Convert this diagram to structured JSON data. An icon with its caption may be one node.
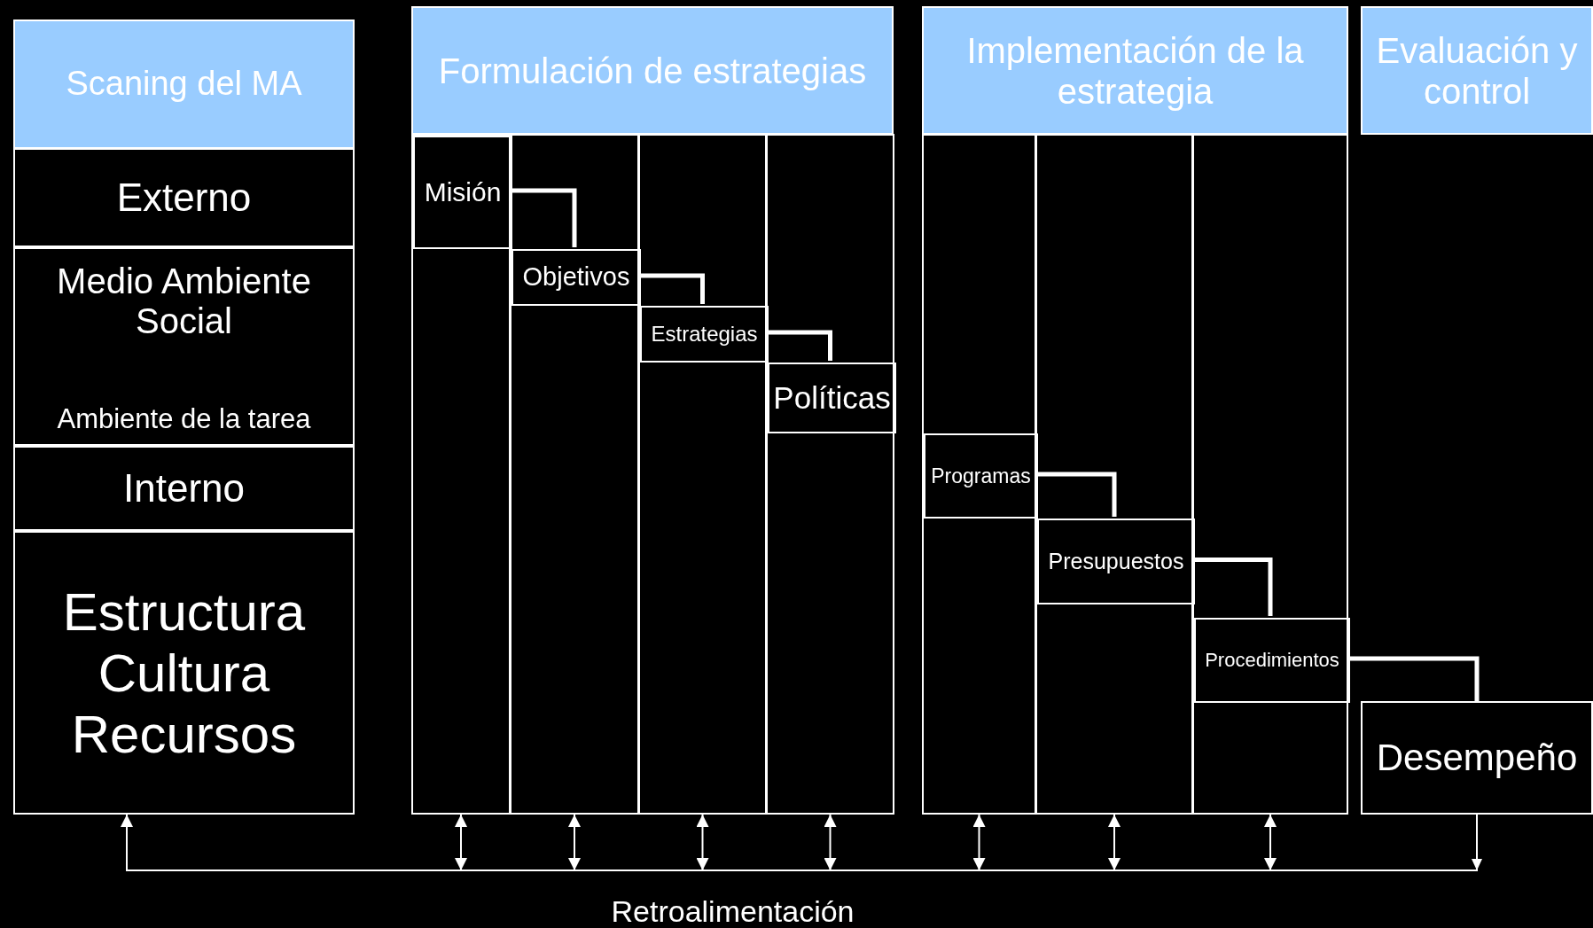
{
  "diagram": {
    "nodes": [
      {
        "text": [
          "Scaning del MA"
        ]
      },
      {
        "text": [
          "Externo"
        ]
      },
      {
        "text": [
          "Medio Ambiente Social",
          "Ambiente de la tarea"
        ]
      },
      {
        "text": [
          "Interno"
        ]
      },
      {
        "text": [
          "Estructura Cultura Recursos"
        ]
      },
      {
        "text": [
          "Formulación de estrategias"
        ]
      },
      {
        "text": [],
        "shape": "box"
      },
      {
        "text": [
          "Misión"
        ],
        "in": 6
      },
      {
        "text": [],
        "shape": "box"
      },
      {
        "text": [
          "Objetivos"
        ],
        "in": 8
      },
      {
        "text": [],
        "shape": "box"
      },
      {
        "text": [
          "Estrategias"
        ],
        "in": 10
      },
      {
        "text": [],
        "shape": "box"
      },
      {
        "text": [
          "Políticas"
        ],
        "in": 12
      },
      {
        "text": [
          "Implementación de la estrategia"
        ]
      },
      {
        "text": [],
        "shape": "box"
      },
      {
        "text": [
          "Programas"
        ],
        "in": 15
      },
      {
        "text": [],
        "shape": "box"
      },
      {
        "text": [
          "Presupuestos"
        ],
        "in": 17
      },
      {
        "text": [],
        "shape": "box"
      },
      {
        "text": [
          "Procedimientos"
        ],
        "in": 19
      },
      {
        "text": [
          "Evaluación y control"
        ]
      },
      {
        "text": [
          "Desempeño"
        ]
      }
    ],
    "edges": [
      {
        "from": 7,
        "to": 9,
        "arrow": "none",
        "style": "thick"
      },
      {
        "from": 9,
        "to": 11,
        "arrow": "none",
        "style": "thick"
      },
      {
        "from": 11,
        "to": 13,
        "arrow": "none",
        "style": "thick"
      },
      {
        "from": 16,
        "to": 18,
        "arrow": "none",
        "style": "thick"
      },
      {
        "from": 18,
        "to": 20,
        "arrow": "none",
        "style": "thick"
      },
      {
        "from": 20,
        "to": 22,
        "arrow": "none",
        "style": "thick"
      },
      {
        "from": 22,
        "to": 4,
        "arrow": "to",
        "label": "Retroalimentación"
      },
      {
        "from": null,
        "to": 6,
        "arrow": "both"
      },
      {
        "from": null,
        "to": 8,
        "arrow": "both"
      },
      {
        "from": null,
        "to": 10,
        "arrow": "both"
      },
      {
        "from": null,
        "to": 12,
        "arrow": "both"
      },
      {
        "from": null,
        "to": 15,
        "arrow": "both"
      },
      {
        "from": null,
        "to": 17,
        "arrow": "both"
      },
      {
        "from": null,
        "to": 19,
        "arrow": "both"
      }
    ]
  }
}
